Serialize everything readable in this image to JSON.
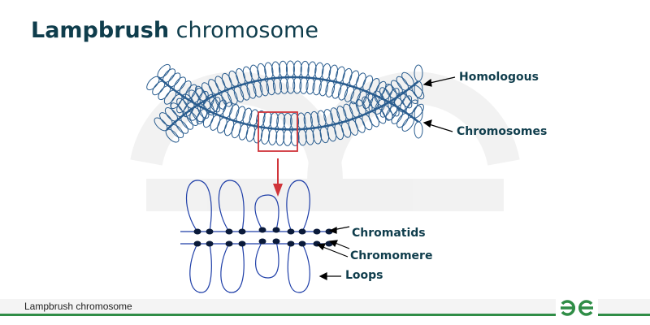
{
  "title": {
    "bold": "Lampbrush",
    "rest": " chromosome"
  },
  "labels": {
    "homologous": "Homologous",
    "chromosomes": "Chromosomes",
    "chromatids": "Chromatids",
    "chromomere": "Chromomere",
    "loops": "Loops"
  },
  "footer": {
    "caption": "Lampbrush chromosome",
    "logo_text": "GG"
  },
  "colors": {
    "title": "#0f3d4c",
    "strand": "#2a5d8f",
    "loop": "#1f3fa8",
    "highlight": "#d0343a",
    "brand": "#2f8d46"
  }
}
